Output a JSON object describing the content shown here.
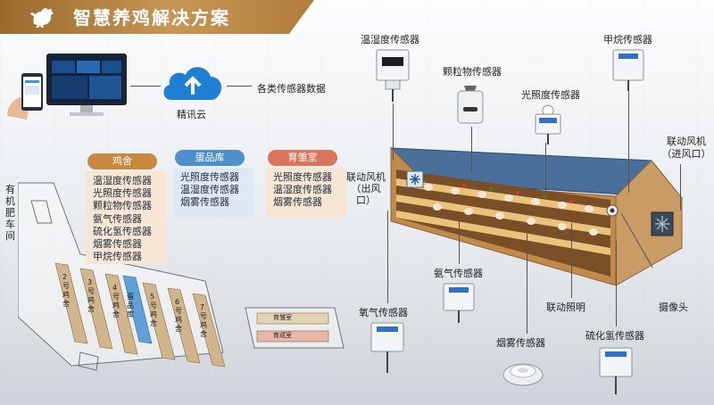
{
  "header": {
    "title": "智慧养鸡解决方案"
  },
  "cloud": {
    "label": "精讯云",
    "data_label": "各类传感器数据"
  },
  "farm": {
    "side_label": "有机肥车间",
    "houses": [
      "2号鸡舍",
      "3号鸡舍",
      "4号鸡舍",
      "5号鸡舍",
      "6号鸡舍",
      "7号鸡舍"
    ],
    "egg_store": "蛋品库",
    "rooms": [
      "育雏室",
      "育成室"
    ]
  },
  "panels": [
    {
      "title": "鸡舍",
      "items": [
        "温湿度传感器",
        "光照度传感器",
        "颗粒物传感器",
        "氨气传感器",
        "硫化氢传感器",
        "烟雾传感器",
        "甲烷传感器"
      ]
    },
    {
      "title": "蛋品库",
      "items": [
        "光照度传感器",
        "温湿度传感器",
        "烟雾传感器"
      ]
    },
    {
      "title": "育雏室",
      "items": [
        "光照度传感器",
        "温湿度传感器",
        "烟雾传感器"
      ]
    }
  ],
  "sensors": {
    "temp_humidity": "温湿度传感器",
    "particulate": "颗粒物传感器",
    "light": "光照度传感器",
    "methane": "甲烷传感器",
    "ammonia": "氨气传感器",
    "oxygen": "氧气传感器",
    "smoke": "烟雾传感器",
    "h2s": "硫化氢传感器"
  },
  "devices": {
    "fan_out": "联动风机（出风口）",
    "fan_in": "联动风机（进风口）",
    "lighting": "联动照明",
    "camera": "摄像头"
  },
  "colors": {
    "header": "#b27d3c",
    "panel1": "#c9883f",
    "panel2": "#4f8fcb",
    "panel3": "#d9765a"
  }
}
